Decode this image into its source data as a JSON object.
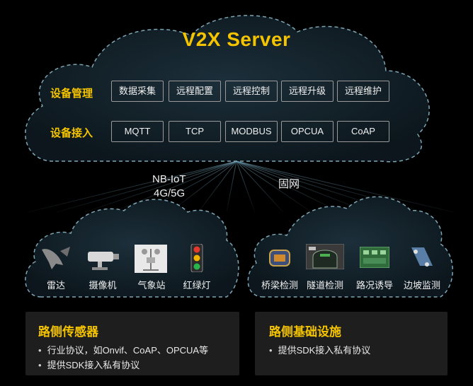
{
  "server": {
    "title": "V2X Server",
    "rows": [
      {
        "label": "设备管理",
        "items": [
          "数据采集",
          "远程配置",
          "远程控制",
          "远程升级",
          "远程维护"
        ]
      },
      {
        "label": "设备接入",
        "items": [
          "MQTT",
          "TCP",
          "MODBUS",
          "OPCUA",
          "CoAP"
        ]
      }
    ]
  },
  "network": {
    "left_line1": "NB-IoT",
    "left_line2": "4G/5G",
    "right": "固网"
  },
  "sensors": {
    "devices": [
      {
        "label": "雷达",
        "icon": "radar-icon"
      },
      {
        "label": "摄像机",
        "icon": "camera-icon"
      },
      {
        "label": "气象站",
        "icon": "weather-station-icon"
      },
      {
        "label": "红绿灯",
        "icon": "traffic-light-icon"
      }
    ],
    "panel_title": "路侧传感器",
    "bullets": [
      "行业协议，如Onvif、CoAP、OPCUA等",
      "提供SDK接入私有协议"
    ]
  },
  "infrastructure": {
    "devices": [
      {
        "label": "桥梁检测",
        "icon": "bridge-detector-icon"
      },
      {
        "label": "隧道检测",
        "icon": "tunnel-detector-icon"
      },
      {
        "label": "路况诱导",
        "icon": "road-guidance-icon"
      },
      {
        "label": "边坡监测",
        "icon": "slope-monitor-icon"
      }
    ],
    "panel_title": "路侧基础设施",
    "bullets": [
      "提供SDK接入私有协议"
    ]
  },
  "colors": {
    "accent": "#f5c400",
    "cloud_fill": "#13212a",
    "cloud_stroke": "#7fa6b4",
    "background": "#000000"
  }
}
